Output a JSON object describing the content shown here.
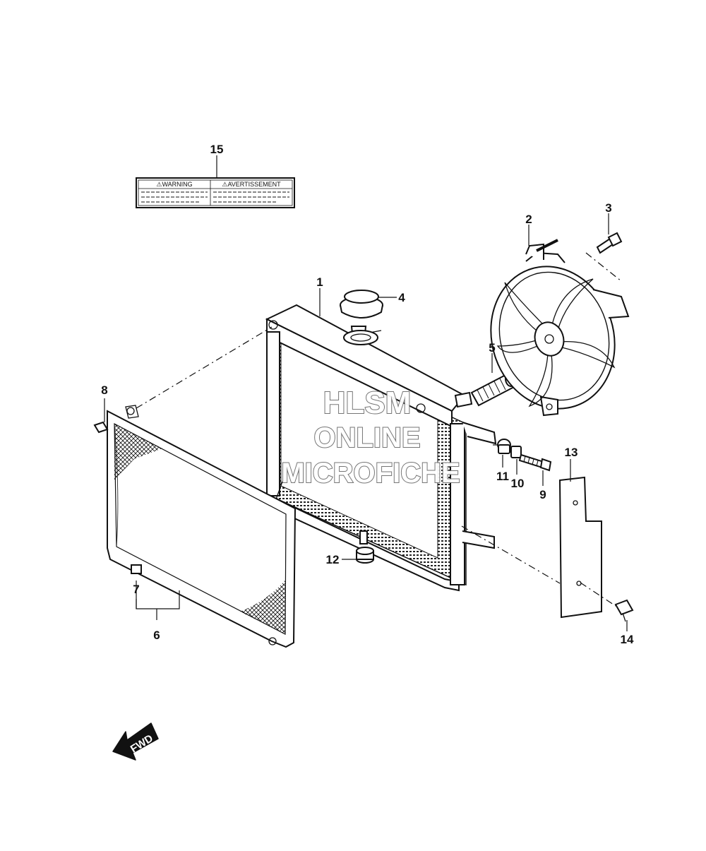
{
  "warning_label": {
    "left_text": "⚠WARNING",
    "right_text": "⚠AVERTISSEMENT"
  },
  "callouts": [
    "1",
    "2",
    "3",
    "4",
    "5",
    "6",
    "7",
    "8",
    "9",
    "10",
    "11",
    "12",
    "13",
    "14",
    "15"
  ],
  "watermark": {
    "line1": "HLSM",
    "line2": "ONLINE",
    "line3": "MICROFICHE"
  },
  "direction_arrow": {
    "label": "FWD",
    "icon": "fwd-arrow-icon"
  },
  "colors": {
    "line": "#111111",
    "background": "#ffffff",
    "watermark_outline": "#6e6e6e"
  }
}
